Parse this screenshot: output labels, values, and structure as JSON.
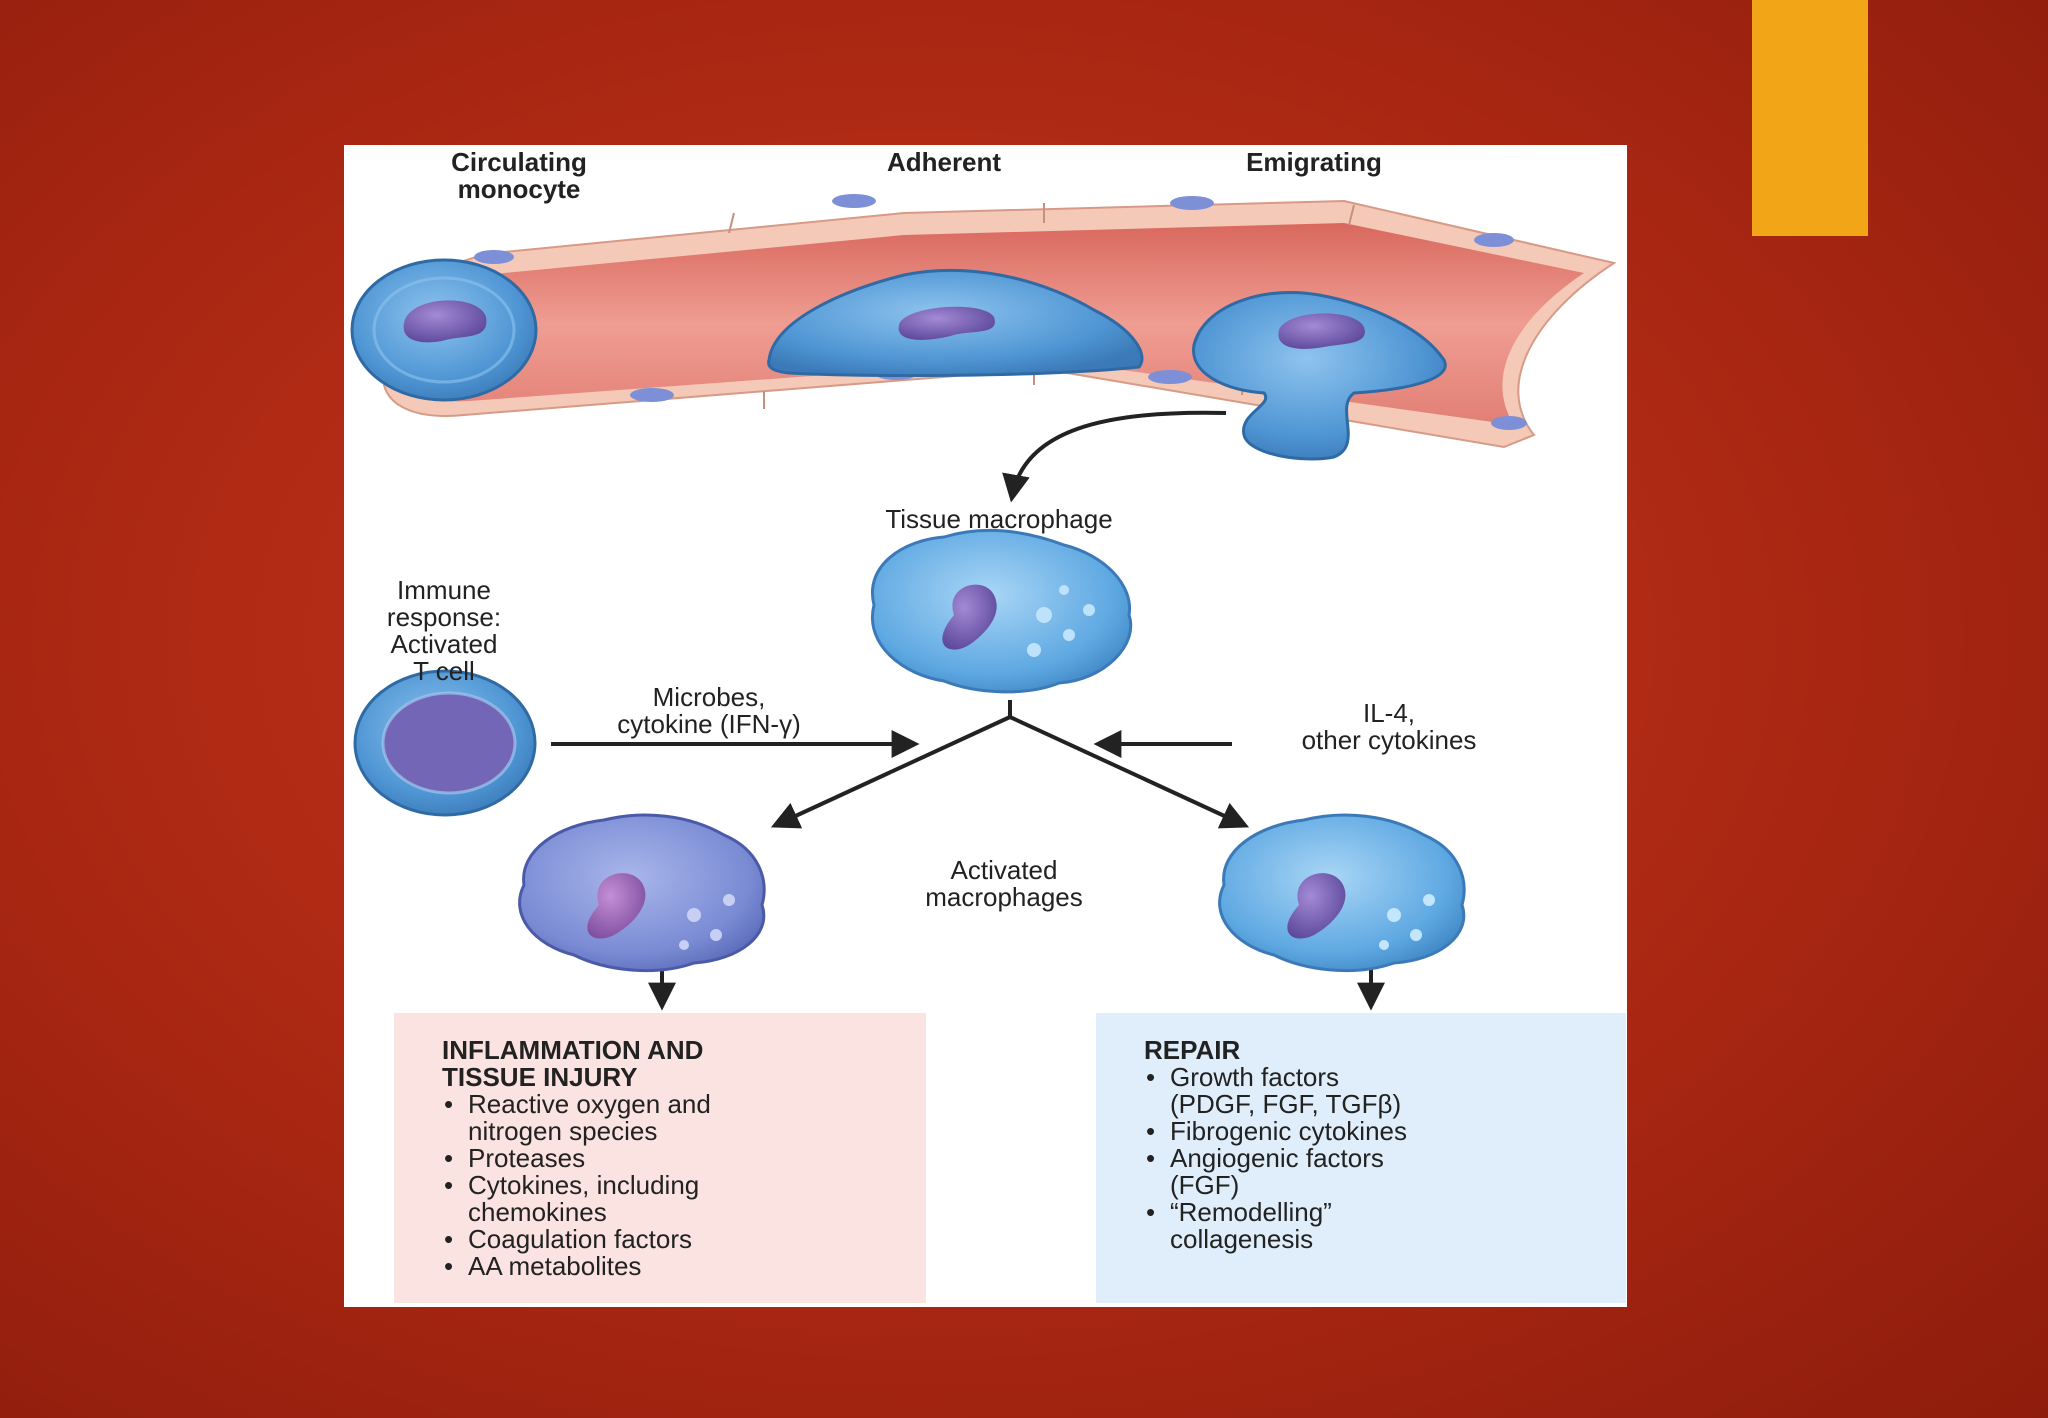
{
  "slide": {
    "accent_color": "#f2a516",
    "background_color": "#b02a14"
  },
  "figure": {
    "stages": {
      "circulating": "Circulating\nmonocyte",
      "adherent": "Adherent",
      "emigrating": "Emigrating"
    },
    "tissue_macrophage": "Tissue macrophage",
    "immune_response": "Immune\nresponse:\nActivated\nT cell",
    "microbes": "Microbes,\ncytokine (IFN-γ)",
    "il4": "IL-4,\nother cytokines",
    "activated_macrophages": "Activated\nmacrophages",
    "inflammation_box": {
      "title": "INFLAMMATION AND\nTISSUE INJURY",
      "items": [
        "Reactive oxygen and\n  nitrogen species",
        "Proteases",
        "Cytokines, including\n  chemokines",
        "Coagulation factors",
        "AA metabolites"
      ]
    },
    "repair_box": {
      "title": "REPAIR",
      "items": [
        "Growth factors\n(PDGF, FGF, TGFβ)",
        "Fibrogenic cytokines",
        "Angiogenic factors\n  (FGF)",
        "“Remodelling”\n  collagenesis"
      ]
    },
    "colors": {
      "vessel_wall": "#f4c9b8",
      "vessel_lumen": "#e58b80",
      "cell_blue": "#4f96d4",
      "nucleus_purple": "#6a57a8",
      "inflammation_box_bg": "#fbe3e1",
      "repair_box_bg": "#dfeefa"
    }
  }
}
